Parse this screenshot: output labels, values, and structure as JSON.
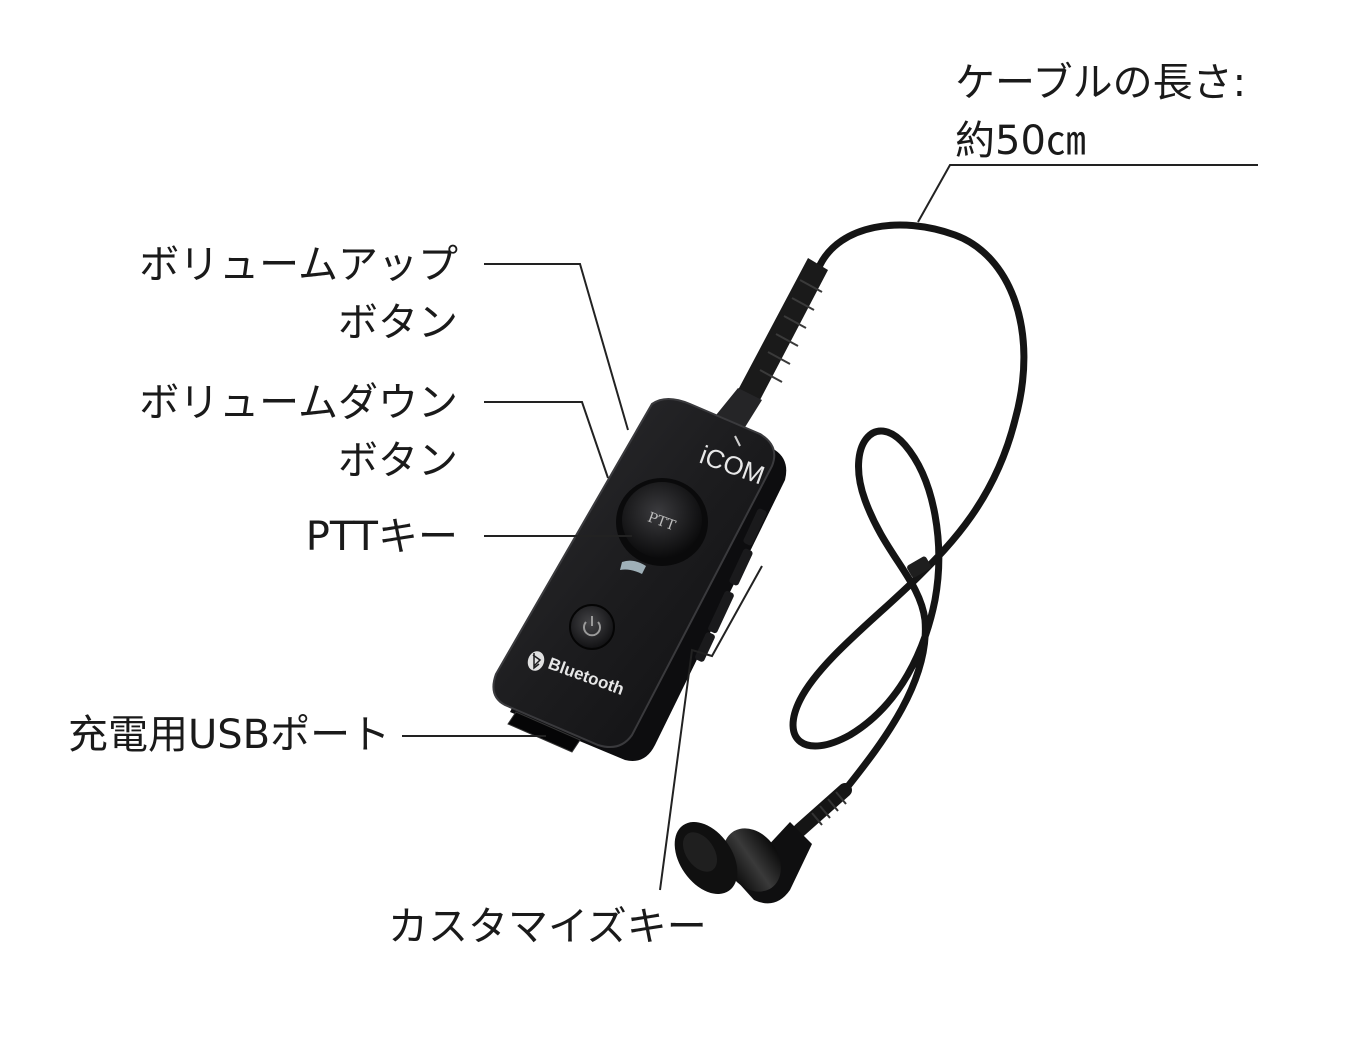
{
  "labels": {
    "cable_length_line1": "ケーブルの長さ:",
    "cable_length_line2": "約50㎝",
    "volume_up_line1": "ボリュームアップ",
    "volume_up_line2": "ボタン",
    "volume_down_line1": "ボリュームダウン",
    "volume_down_line2": "ボタン",
    "ptt_key": "PTTキー",
    "usb_port": "充電用USBポート",
    "custom_key": "カスタマイズキー"
  },
  "device": {
    "brand": "iCOM",
    "ptt_button_text": "PTT",
    "bluetooth_text": "Bluetooth"
  },
  "colors": {
    "body": "#1c1c1e",
    "body_edge": "#3a3a3d",
    "cable": "#141414",
    "leader_line": "#222222",
    "led": "#9fb0b8"
  }
}
